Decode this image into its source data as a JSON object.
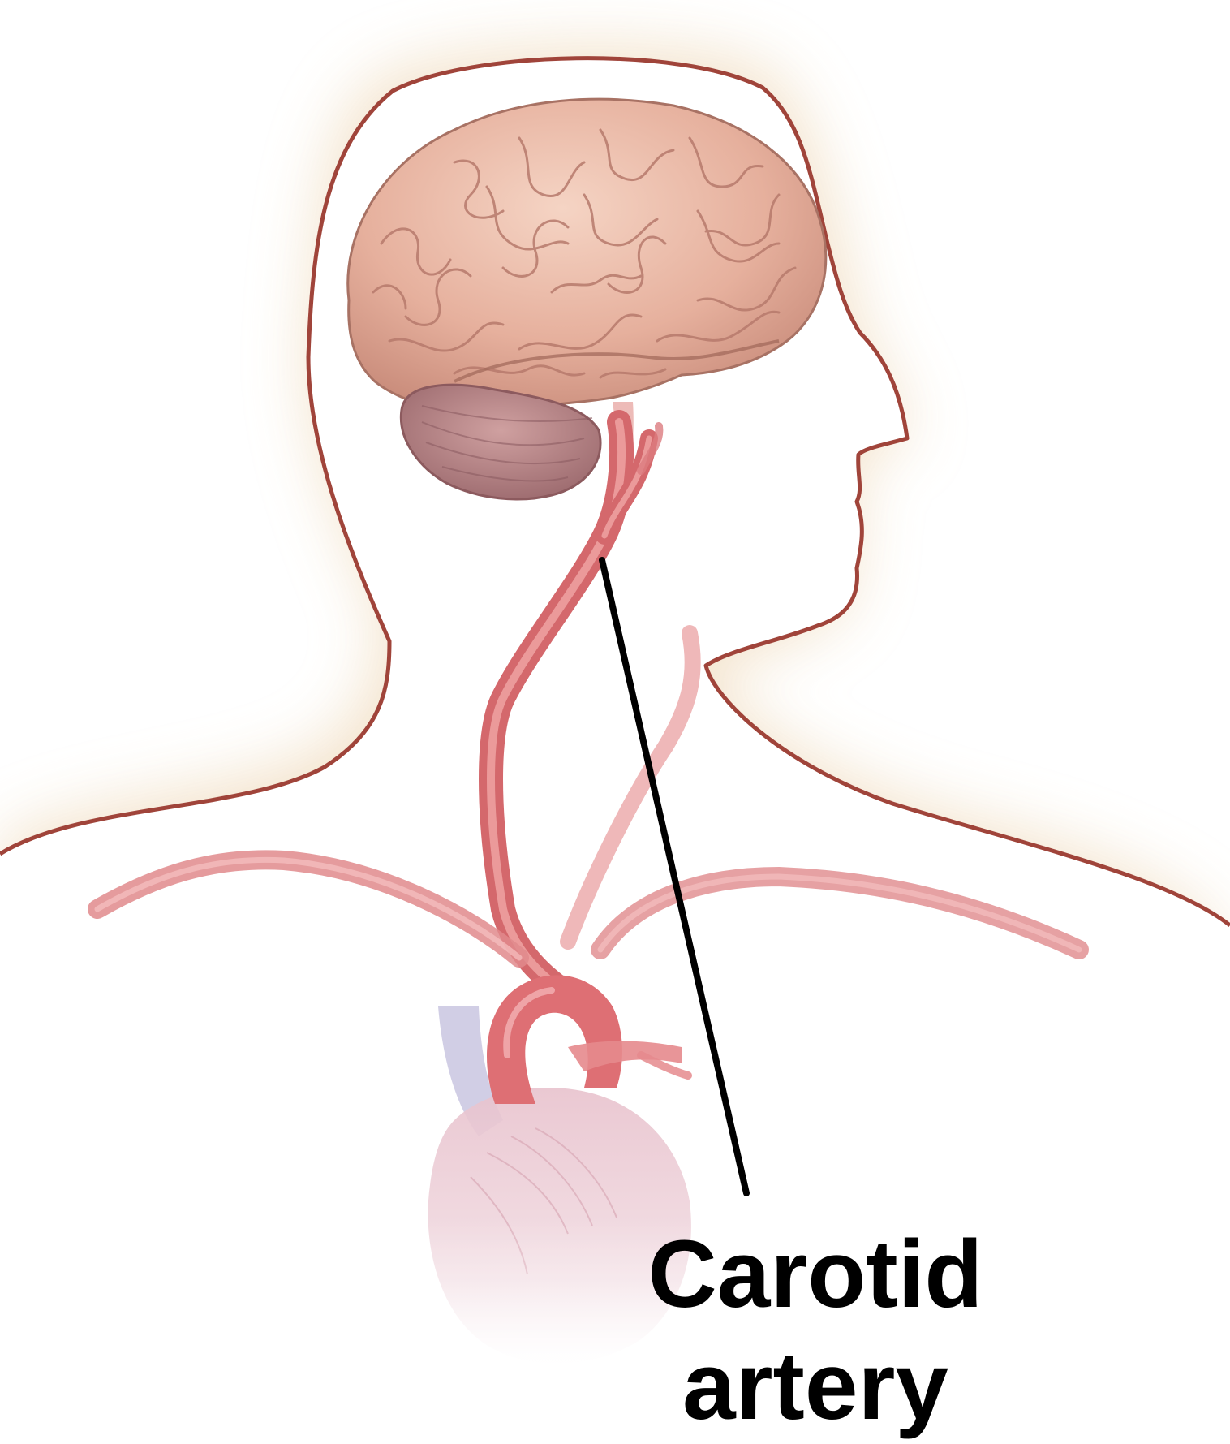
{
  "diagram": {
    "label_line1": "Carotid",
    "label_line2": "artery",
    "colors": {
      "background": "#ffffff",
      "body_outline": "#a0443a",
      "body_glow": "#f3e4cc",
      "brain_fill": "#e9b8a6",
      "brain_folds": "#b77a6c",
      "cerebellum": "#b88485",
      "artery": "#df7b7e",
      "artery_highlight": "#f3b2b2",
      "heart_fill": "#e9c6cf",
      "heart_vein": "#c6c3df",
      "leader_line": "#000000",
      "label_text": "#000000"
    },
    "parts": [
      "head-and-shoulders-silhouette",
      "brain",
      "cerebellum",
      "carotid-artery",
      "aortic-arch",
      "heart"
    ]
  }
}
